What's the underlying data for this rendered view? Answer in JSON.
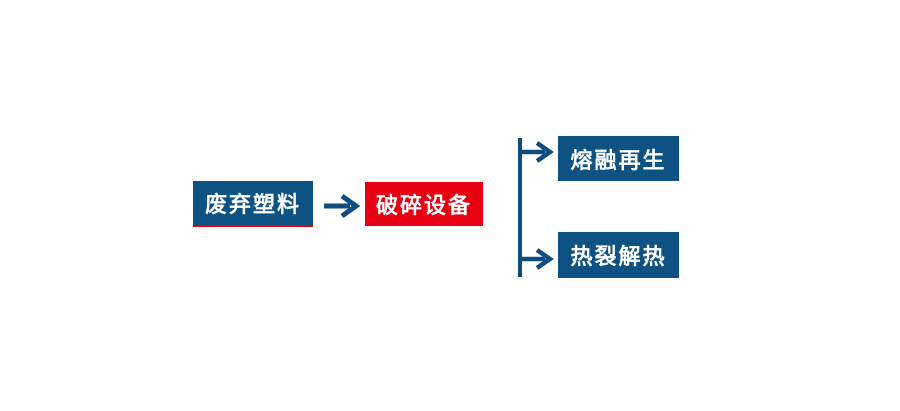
{
  "colors": {
    "background": "#FFFFFF",
    "node_blue": "#0E5183",
    "node_red": "#E60012",
    "accent_underline_red": "#E60012",
    "connector_blue": "#0D4D80",
    "node_text": "#FFFFFF"
  },
  "flowchart": {
    "source_node": {
      "label": "废弃塑料"
    },
    "process_node": {
      "label": "破碎设备"
    },
    "branch_nodes": [
      {
        "label": "熔融再生"
      },
      {
        "label": "热裂解热"
      }
    ],
    "edges": [
      {
        "from": "废弃塑料",
        "to": "破碎设备"
      },
      {
        "from": "破碎设备",
        "to": "熔融再生"
      },
      {
        "from": "破碎设备",
        "to": "热裂解热"
      }
    ],
    "icons": {
      "main_arrow": "arrow-right-icon",
      "branch_top_arrow": "arrow-right-icon",
      "branch_bottom_arrow": "arrow-right-icon",
      "branch_connector": "vertical-line"
    }
  }
}
